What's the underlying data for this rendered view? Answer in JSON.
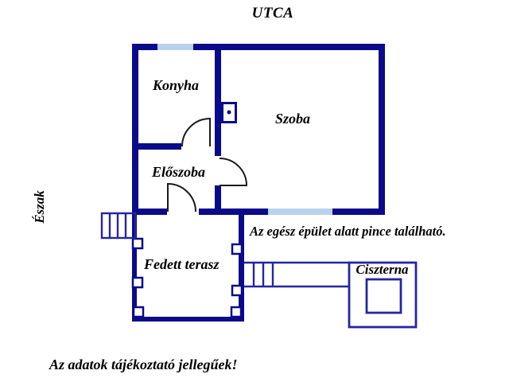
{
  "street_label": "UTCA",
  "compass": {
    "north_label": "Észak"
  },
  "rooms": {
    "kitchen": "Konyha",
    "living_room": "Szoba",
    "hallway": "Előszoba",
    "covered_terrace": "Fedett terasz",
    "cistern": "Ciszterna"
  },
  "notes": {
    "basement_note": "Az egész épület alatt pince található.",
    "disclaimer": "Az adatok tájékoztató jellegűek!"
  },
  "colors": {
    "wall": "#0a0a8a",
    "thin_line": "#2525a2",
    "window": "#b9d2ec",
    "door_arc": "#1a1a1a",
    "text": "#000000",
    "background": "#ffffff"
  }
}
